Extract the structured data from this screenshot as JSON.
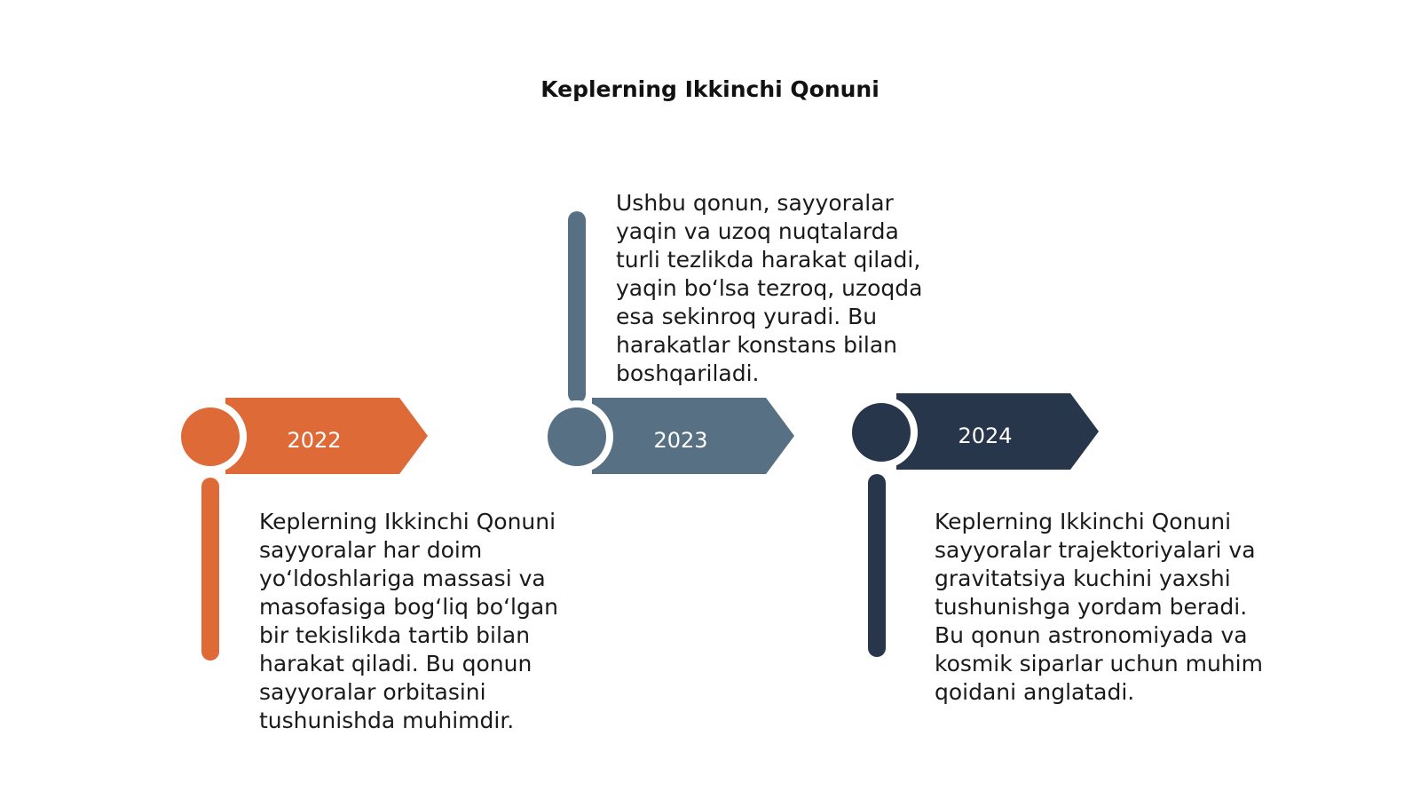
{
  "title": "Keplerning Ikkinchi Qonuni",
  "colors": {
    "orange": "#DE6A38",
    "slate": "#577083",
    "navy": "#27364A"
  },
  "milestones": [
    {
      "year": "2022",
      "color": "#DE6A38",
      "text": "Keplerning Ikkinchi Qonuni sayyoralar har doim yo‘ldoshlariga massasi va masofasiga bog‘liq bo‘lgan bir tekislikda tartib bilan harakat qiladi. Bu qonun sayyoralar orbitasini tushunishda muhimdir."
    },
    {
      "year": "2023",
      "color": "#577083",
      "text": "Ushbu qonun, sayyoralar yaqin va uzoq nuqtalarda turli tezlikda harakat qiladi, yaqin bo‘lsa tezroq, uzoqda esa sekinroq yuradi. Bu harakatlar konstans bilan boshqariladi."
    },
    {
      "year": "2024",
      "color": "#27364A",
      "text": "Keplerning Ikkinchi Qonuni sayyoralar trajektoriyalari va gravitatsiya kuchini yaxshi tushunishga yordam beradi. Bu qonun astronomiyada va kosmik siparlar uchun muhim qoidani anglatadi."
    }
  ]
}
